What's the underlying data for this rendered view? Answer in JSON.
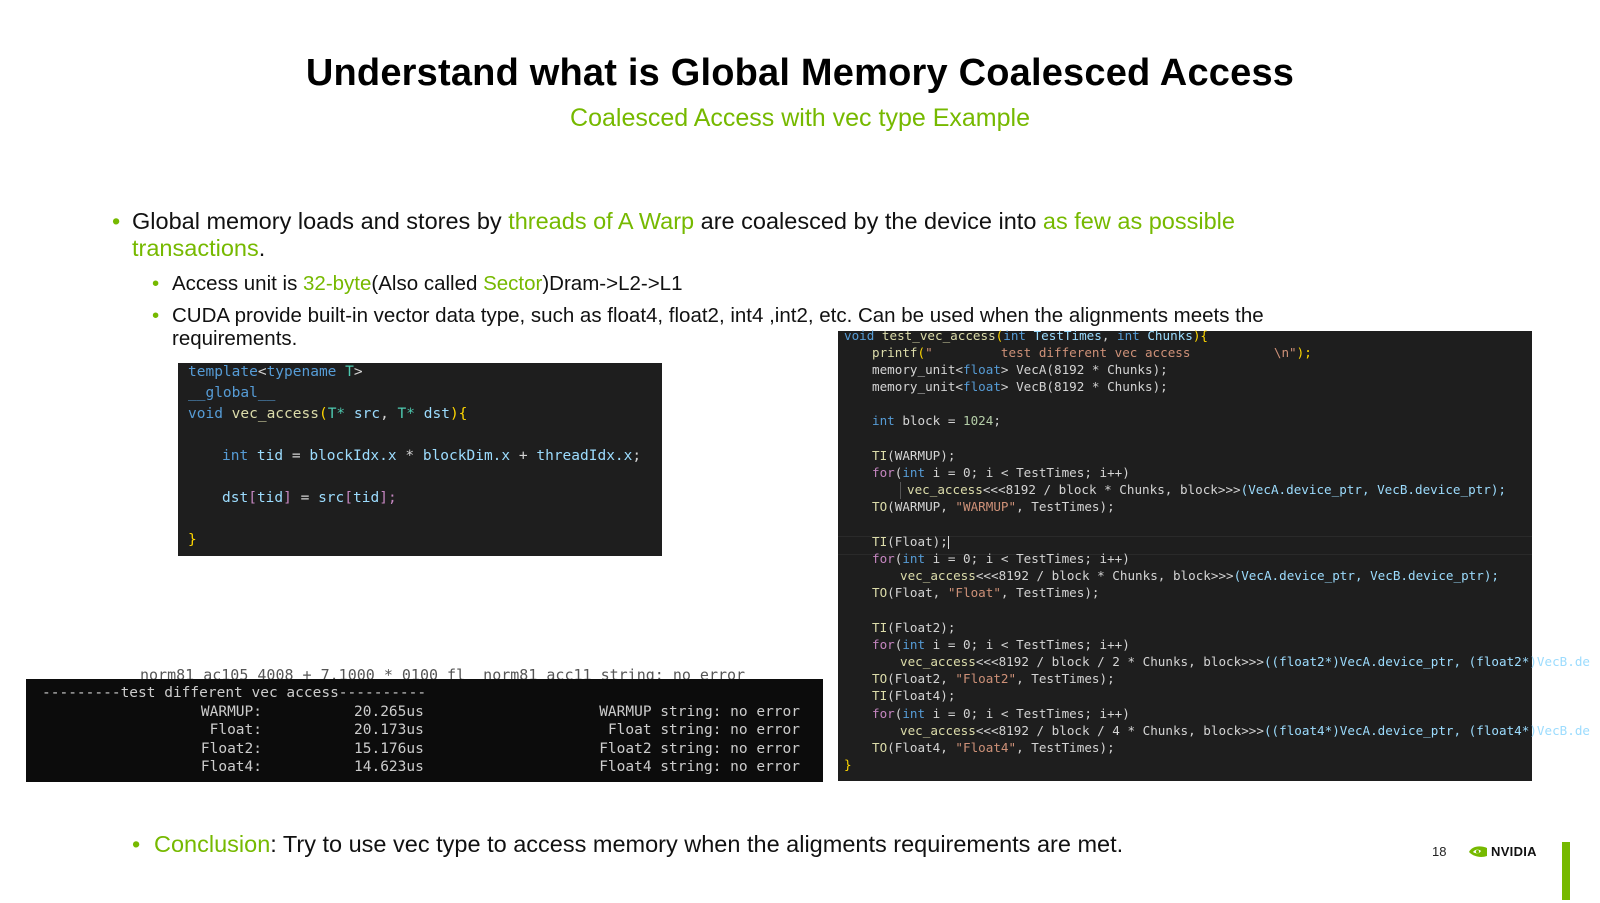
{
  "slide": {
    "title": "Understand what is Global Memory Coalesced Access",
    "subtitle": "Coalesced Access with vec type Example",
    "page_number": "18",
    "logo_text": "NVIDIA",
    "accent_color": "#76b900"
  },
  "bullets": {
    "b1_part1": "Global memory loads and stores by ",
    "b1_hl1": "threads of A Warp",
    "b1_part2": " are coalesced by the device into ",
    "b1_hl2": "as few as possible",
    "b1_hl3": "transactions",
    "b1_end": ".",
    "b2a_part1": "Access unit is ",
    "b2a_hl1": "32-byte",
    "b2a_part2": "(Also called ",
    "b2a_hl2": "Sector",
    "b2a_part3": ")Dram->L2->L1",
    "b2b_line1": "CUDA provide built-in vector data type, such as float4, float2, int4 ,int2, etc. Can be used when the alignments meets the",
    "b2b_line2": "requirements."
  },
  "conclusion": {
    "label": "Conclusion",
    "text": ": Try to use vec type to access memory when the aligments requirements are met."
  },
  "kernel_code": {
    "l1_kw": "template",
    "l1_rest_open": "<",
    "l1_tn": "typename",
    "l1_T": " T",
    "l1_close": ">",
    "l2": "__global__",
    "l3_void": "void",
    "l3_fn": " vec_access",
    "l3_open": "(",
    "l3_T1": "T*",
    "l3_src": " src",
    "l3_comma": ", ",
    "l3_T2": "T*",
    "l3_dst": " dst",
    "l3_close": "){",
    "l5_int": "int",
    "l5_tid": " tid",
    "l5_eq": " = ",
    "l5_bi": "blockIdx.x",
    "l5_mul": " * ",
    "l5_bd": "blockDim.x",
    "l5_plus": " + ",
    "l5_ti": "threadIdx.x",
    "l5_semi": ";",
    "l7_dst": "dst",
    "l7_b1": "[",
    "l7_tid1": "tid",
    "l7_b1c": "]",
    "l7_eq": " = ",
    "l7_src": "src",
    "l7_b2": "[",
    "l7_tid2": "tid",
    "l7_b2c": "];",
    "l9": "}"
  },
  "test_code": {
    "l1_void": "void",
    "l1_fn": " test_vec_access",
    "l1_open": "(",
    "l1_int1": "int",
    "l1_p1": " TestTimes",
    "l1_comma": ", ",
    "l1_int2": "int",
    "l1_p2": " Chunks",
    "l1_close": "){",
    "l2_fn": "printf",
    "l2_open": "(",
    "l2_str": "\"         test different vec access           \\n\"",
    "l2_close": ");",
    "l3_a": "memory_unit<",
    "l3_ty": "float",
    "l3_b": "> VecA(8192 * Chunks);",
    "l4_a": "memory_unit<",
    "l4_ty": "float",
    "l4_b": "> VecB(8192 * Chunks);",
    "l6_int": "int",
    "l6_rest": " block = ",
    "l6_num": "1024",
    "l6_semi": ";",
    "l8_fn": "TI",
    "l8_rest": "(WARMUP);",
    "l9_for": "for",
    "l9_open": "(",
    "l9_int": "int",
    "l9_rest": " i = 0; i < TestTimes; i++)",
    "l10_fn": "vec_access",
    "l10_rest": "<<<8192 / block * Chunks, block>>>",
    "l10_args": "(VecA.device_ptr, VecB.device_ptr);",
    "l11_fn": "TO",
    "l11_a": "(WARMUP, ",
    "l11_str": "\"WARMUP\"",
    "l11_b": ", TestTimes);",
    "l13_fn": "TI",
    "l13_rest": "(Float);",
    "l14_for": "for",
    "l14_open": "(",
    "l14_int": "int",
    "l14_rest": " i = 0; i < TestTimes; i++)",
    "l15_fn": "vec_access",
    "l15_rest": "<<<8192 / block * Chunks, block>>>",
    "l15_args": "(VecA.device_ptr, VecB.device_ptr);",
    "l16_fn": "TO",
    "l16_a": "(Float, ",
    "l16_str": "\"Float\"",
    "l16_b": ", TestTimes);",
    "l18_fn": "TI",
    "l18_rest": "(Float2);",
    "l19_for": "for",
    "l19_open": "(",
    "l19_int": "int",
    "l19_rest": " i = 0; i < TestTimes; i++)",
    "l20_fn": "vec_access",
    "l20_rest": "<<<8192 / block / 2 * Chunks, block>>>",
    "l20_args": "((float2*)VecA.device_ptr, (float2*)VecB.de",
    "l21_fn": "TO",
    "l21_a": "(Float2, ",
    "l21_str": "\"Float2\"",
    "l21_b": ", TestTimes);",
    "l22_fn": "TI",
    "l22_rest": "(Float4);",
    "l23_for": "for",
    "l23_open": "(",
    "l23_int": "int",
    "l23_rest": " i = 0; i < TestTimes; i++)",
    "l24_fn": "vec_access",
    "l24_rest": "<<<8192 / block / 4 * Chunks, block>>>",
    "l24_args": "((float4*)VecA.device_ptr, (float4*)VecB.de",
    "l25_fn": "TO",
    "l25_a": "(Float4, ",
    "l25_str": "\"Float4\"",
    "l25_b": ", TestTimes);",
    "l26": "}"
  },
  "terminal": {
    "ghost_line": "norm81_ac105 4008 + 7.1000 * 0100 fl  norm81_acc11 string: no error",
    "header": "---------test different vec access----------",
    "rows": [
      {
        "name": "WARMUP:",
        "time": "20.265us",
        "status": "WARMUP string: no error"
      },
      {
        "name": "Float:",
        "time": "20.173us",
        "status": "Float string: no error"
      },
      {
        "name": "Float2:",
        "time": "15.176us",
        "status": "Float2 string: no error"
      },
      {
        "name": "Float4:",
        "time": "14.623us",
        "status": "Float4 string: no error"
      }
    ]
  }
}
